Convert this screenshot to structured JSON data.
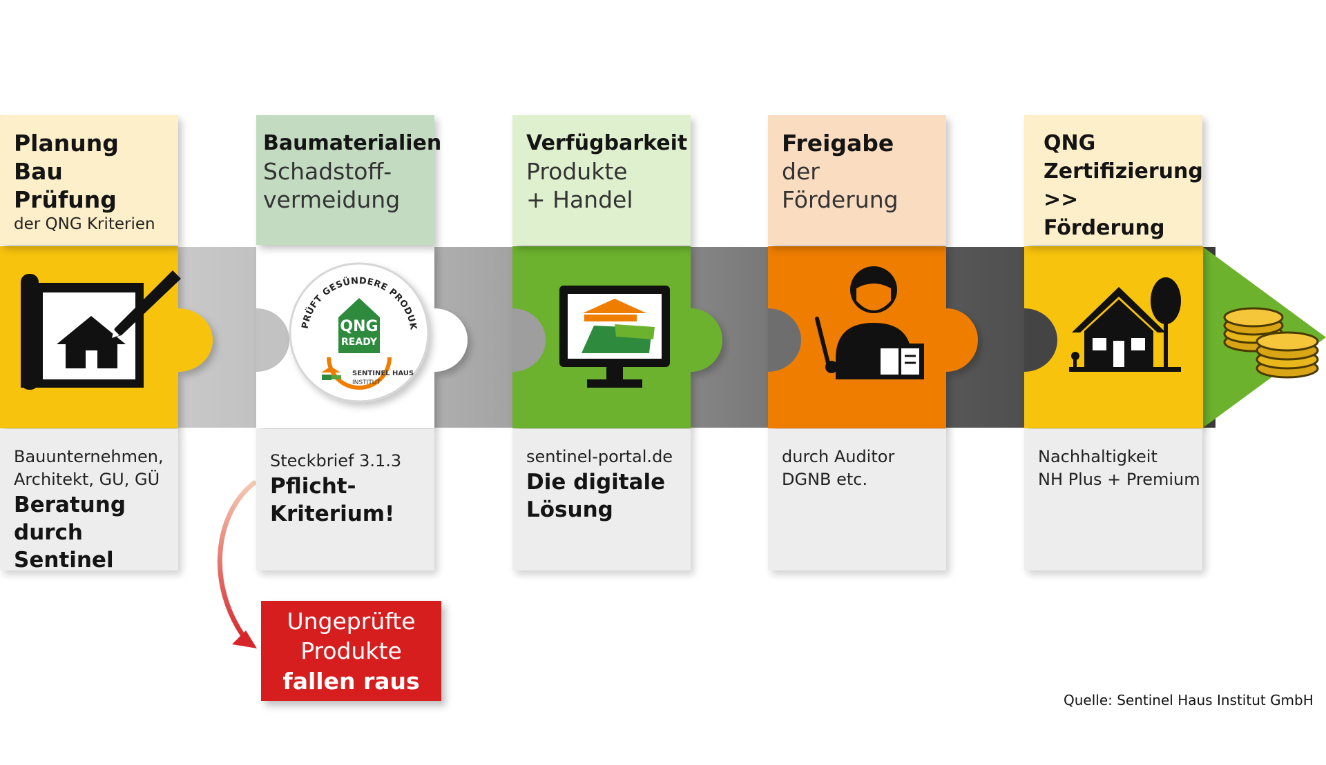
{
  "colors": {
    "yellow_light": "#fcefc9",
    "green_light": "#c3dbc1",
    "green_pale": "#dff0cf",
    "orange_light": "#fadcc1",
    "yellow": "#f8c30e",
    "green": "#6cb22d",
    "orange": "#ee7d00",
    "red": "#d61e1f",
    "gray_panel": "#ededed"
  },
  "steps": [
    {
      "header_bold": [
        "Planung",
        "Bau",
        "Prüfung"
      ],
      "header_light": [],
      "header_small": "der QNG Kriterien",
      "icon": "blueprint-house-pencil-icon",
      "desc_small": [
        "Bauunternehmen,",
        "Architekt, GU, GÜ"
      ],
      "desc_bold": [
        "Beratung",
        "durch Sentinel"
      ]
    },
    {
      "header_bold": [
        "Baumaterialien"
      ],
      "header_light": [
        "Schadstoff-",
        "vermeidung"
      ],
      "icon": "qng-ready-seal-icon",
      "desc_small": [
        "Steckbrief 3.1.3"
      ],
      "desc_bold": [
        "Pflicht-",
        "Kriterium!"
      ]
    },
    {
      "header_bold": [
        "Verfügbarkeit"
      ],
      "header_light": [
        "Produkte",
        "+ Handel"
      ],
      "icon": "monitor-portal-icon",
      "desc_small": [
        "sentinel-portal.de"
      ],
      "desc_bold": [
        "Die digitale",
        "Lösung"
      ]
    },
    {
      "header_bold": [
        "Freigabe"
      ],
      "header_light": [
        "der",
        "Förderung"
      ],
      "icon": "auditor-person-icon",
      "desc_small": [
        "durch Auditor",
        "DGNB etc."
      ],
      "desc_bold": []
    },
    {
      "header_bold": [
        "QNG",
        "Zertifizierung",
        ">> Förderung"
      ],
      "header_light": [],
      "icon": "house-tree-icon",
      "desc_small": [
        "Nachhaltigkeit",
        "NH Plus + Premium"
      ],
      "desc_bold": []
    }
  ],
  "badge": {
    "arc_text": "GEPRÜFT GESÜNDERE PRODUKTE",
    "qng": "QNG",
    "ready": "READY",
    "institute": [
      "SENTINEL HAUS",
      "INSTITUT"
    ]
  },
  "rejected": {
    "light": [
      "Ungeprüfte",
      "Produkte"
    ],
    "bold": "fallen raus"
  },
  "end_icon": "coins-icon",
  "source": "Quelle: Sentinel Haus Institut GmbH"
}
